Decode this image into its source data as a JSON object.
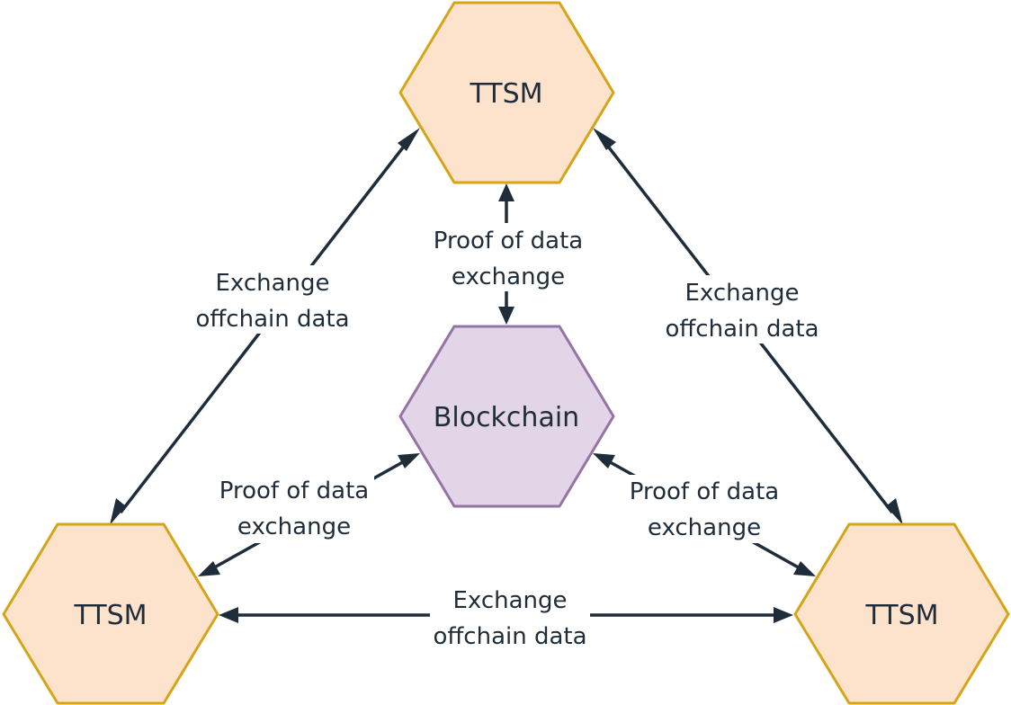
{
  "nodes": {
    "top": {
      "label": "TTSM",
      "fill": "#fde3cc",
      "stroke": "#d6a416"
    },
    "center": {
      "label": "Blockchain",
      "fill": "#e1d5e7",
      "stroke": "#9673a6"
    },
    "bottom_left": {
      "label": "TTSM",
      "fill": "#fde3cc",
      "stroke": "#d6a416"
    },
    "bottom_right": {
      "label": "TTSM",
      "fill": "#fde3cc",
      "stroke": "#d6a416"
    }
  },
  "edges": {
    "top_to_left": {
      "line1": "Exchange",
      "line2": "offchain data"
    },
    "top_to_right": {
      "line1": "Exchange",
      "line2": "offchain data"
    },
    "left_to_right": {
      "line1": "Exchange",
      "line2": "offchain data"
    },
    "top_to_center": {
      "line1": "Proof of data",
      "line2": "exchange"
    },
    "left_to_center": {
      "line1": "Proof of data",
      "line2": "exchange"
    },
    "right_to_center": {
      "line1": "Proof of data",
      "line2": "exchange"
    }
  },
  "colors": {
    "edge": "#1f2d3a",
    "text": "#1f2d3a"
  }
}
